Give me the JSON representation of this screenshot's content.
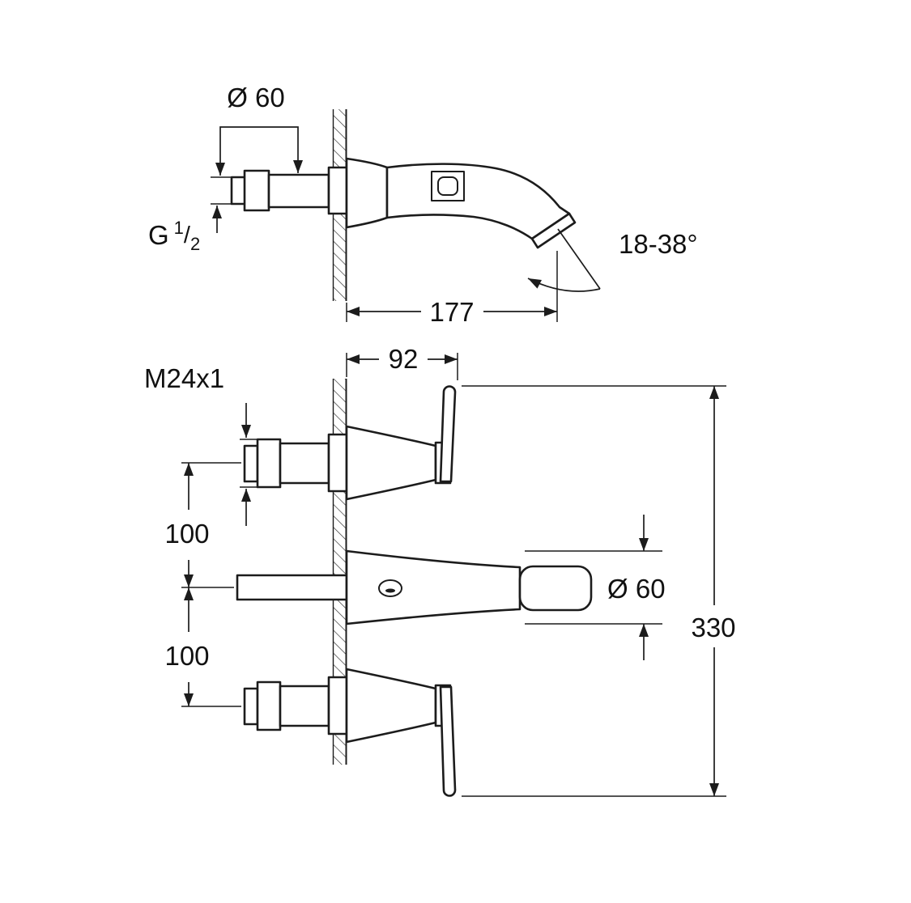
{
  "meta": {
    "background": "#ffffff",
    "line_color": "#1c1c1c"
  },
  "side_view": {
    "dim_escutcheon_diameter": "Ø 60",
    "dim_inlet_thread_g": "G",
    "dim_inlet_thread_numerator": "1",
    "dim_inlet_thread_slash": "/",
    "dim_inlet_thread_denominator": "2",
    "dim_spout_reach": "177",
    "dim_outlet_angle": "18-38°"
  },
  "plan_view": {
    "dim_handle_projection": "92",
    "dim_valve_thread": "M24x1",
    "dim_spacing_upper": "100",
    "dim_spacing_lower": "100",
    "dim_spout_escutcheon_diameter": "Ø 60",
    "dim_overall_span": "330"
  }
}
